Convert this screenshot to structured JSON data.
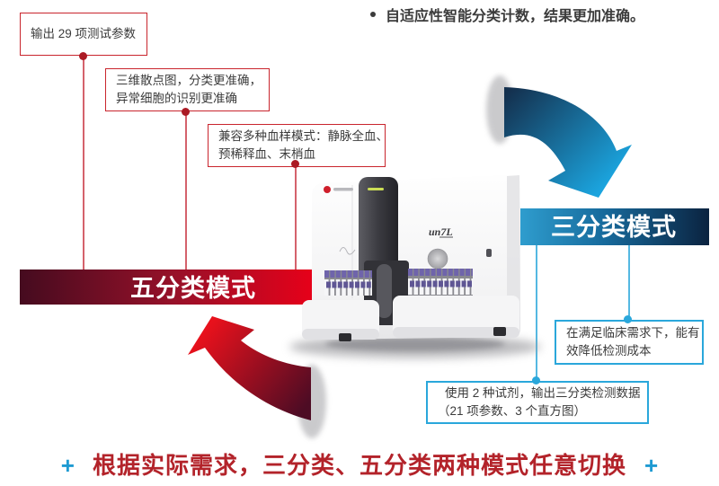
{
  "note": {
    "text": "自适应性智能分类计数，结果更加准确。"
  },
  "five_mode": {
    "banner": "五分类模式",
    "callouts": [
      {
        "lines": [
          "输出 29 项测试参数"
        ]
      },
      {
        "lines": [
          "三维散点图，分类更准确，",
          "异常细胞的识别更准确"
        ]
      },
      {
        "lines": [
          "兼容多种血样模式：静脉全血、",
          "预稀释血、末梢血"
        ]
      }
    ]
  },
  "three_mode": {
    "banner": "三分类模式",
    "callouts": [
      {
        "lines": [
          "在满足临床需求下，能有",
          "效降低检测成本"
        ]
      },
      {
        "lines": [
          "使用 2 种试剂，输出三分类检测数据",
          "（21 项参数、3 个直方图）"
        ]
      }
    ]
  },
  "device": {
    "marking": "un7L"
  },
  "footer": {
    "plus": "+",
    "headline": "根据实际需求，三分类、五分类两种模式任意切换"
  },
  "colors": {
    "red_accent": "#c9252d",
    "blue_accent": "#2aa7db",
    "banner_red_bright": "#e80019",
    "banner_blue_dark": "#0b2340",
    "headline_red": "#b3232a"
  }
}
